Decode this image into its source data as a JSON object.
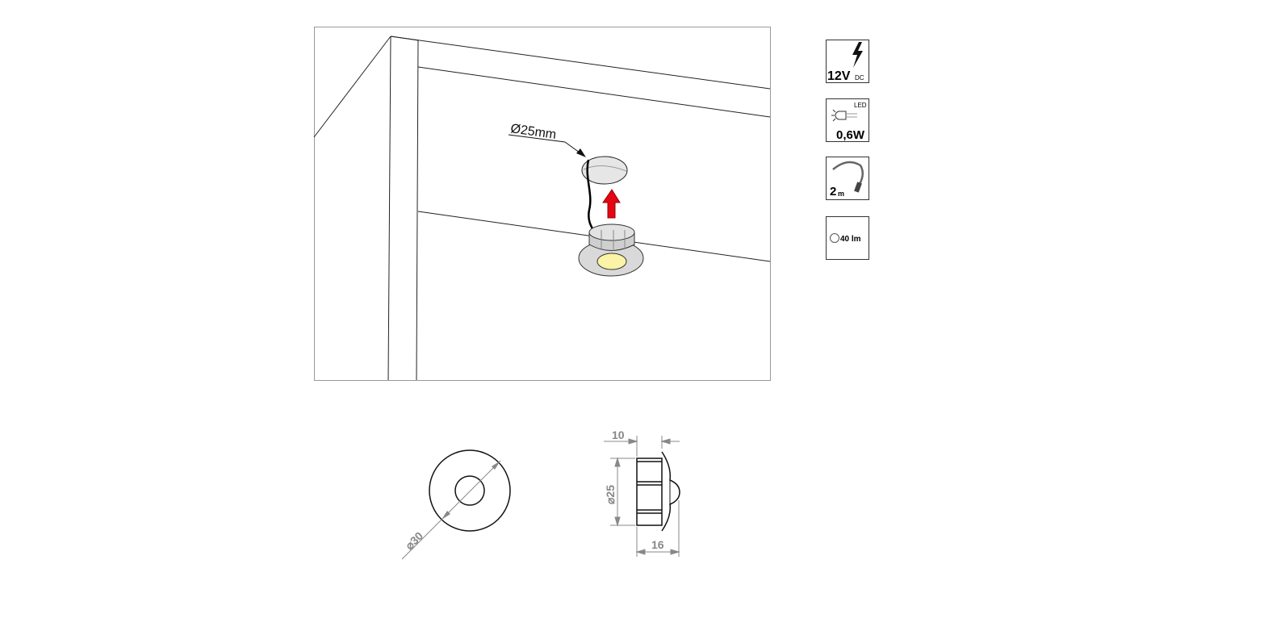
{
  "installation": {
    "hole_label": "Ø25mm"
  },
  "specs": {
    "voltage": {
      "value": "12V",
      "unit": "DC"
    },
    "power": {
      "tag": "LED",
      "value": "0,6W"
    },
    "cable": {
      "value": "2",
      "unit": "m"
    },
    "luminous_flux": {
      "value": "40 lm"
    }
  },
  "dimensions": {
    "front_diameter": "30",
    "side_body_diameter": "25",
    "depth_body": "10",
    "depth_total": "16",
    "diameter_symbol": "⌀"
  },
  "colors": {
    "arrow": "#e30613",
    "lens": "#fbf3a6",
    "fixture": "#d9d9d9",
    "dimension": "#888888"
  }
}
